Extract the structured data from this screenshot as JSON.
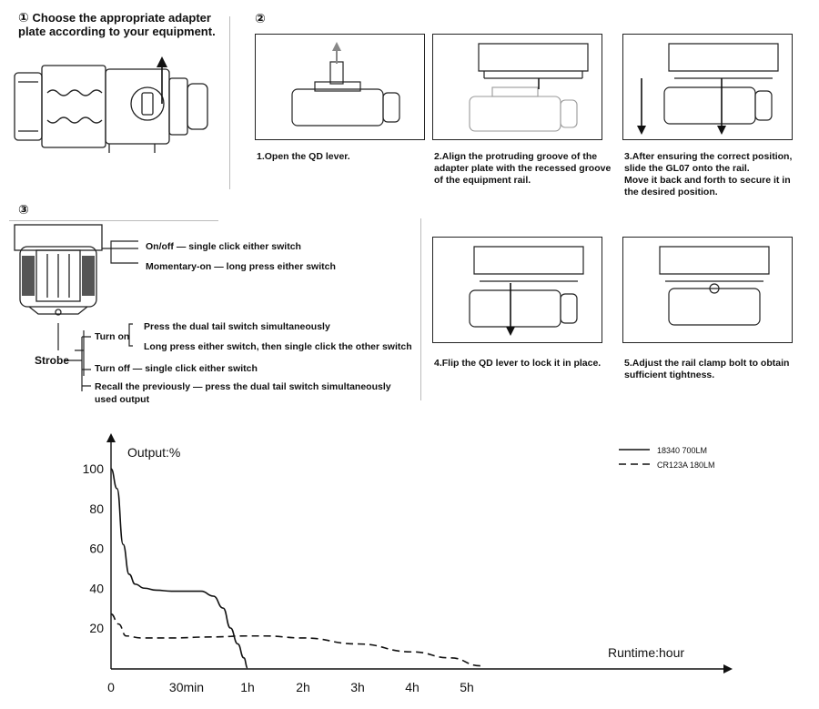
{
  "step1": {
    "marker": "①",
    "title": "Choose the appropriate adapter plate according to your equipment."
  },
  "step2": {
    "marker": "②",
    "captions": [
      "1.Open the QD lever.",
      "2.Align the protruding groove of the adapter plate with the recessed groove of the equipment rail.",
      "3.After ensuring the correct position, slide the GL07 onto the rail.\nMove it back and forth to secure it in the desired position.",
      "4.Flip the QD lever to lock it in place.",
      "5.Adjust the rail clamp bolt to obtain sufficient tightness."
    ]
  },
  "step3": {
    "marker": "③",
    "on_off": "On/off — single click either switch",
    "momentary": "Momentary-on — long press either switch",
    "strobe": "Strobe",
    "turn_on": "Turn on",
    "turn_on_a": "Press the dual tail switch simultaneously",
    "turn_on_b": "Long press either switch, then single click the other switch",
    "turn_off": "Turn off — single click either switch",
    "recall": "Recall the previously — press the dual tail switch simultaneously\nused output"
  },
  "chart_data": {
    "type": "line",
    "ylabel": "Output:%",
    "xlabel": "Runtime:hour",
    "x_ticks": [
      "0",
      "30min",
      "1h",
      "2h",
      "3h",
      "4h",
      "5h"
    ],
    "y_ticks": [
      "100",
      "80",
      "60",
      "40",
      "20"
    ],
    "legend_position": "top-right",
    "series": [
      {
        "name": "18340 700LM",
        "style": "solid",
        "x_hours": [
          0,
          0.04,
          0.08,
          0.12,
          0.16,
          0.22,
          0.3,
          0.4,
          0.5,
          0.62,
          0.72,
          0.8,
          0.86,
          0.92,
          0.97,
          1.0
        ],
        "y": [
          100,
          90,
          62,
          47,
          42,
          40,
          39,
          38.5,
          38.5,
          38.5,
          36,
          30,
          20,
          12,
          5,
          0
        ]
      },
      {
        "name": "CR123A 180LM",
        "style": "dashed",
        "x_hours": [
          0,
          0.05,
          0.1,
          0.2,
          0.4,
          0.7,
          1.0,
          1.3,
          2.0,
          3.0,
          4.0,
          4.7,
          5.25
        ],
        "y": [
          27,
          22,
          16,
          15,
          15,
          15.5,
          16,
          16,
          15,
          12,
          8,
          5,
          1
        ]
      }
    ],
    "ylim": [
      0,
      110
    ]
  }
}
